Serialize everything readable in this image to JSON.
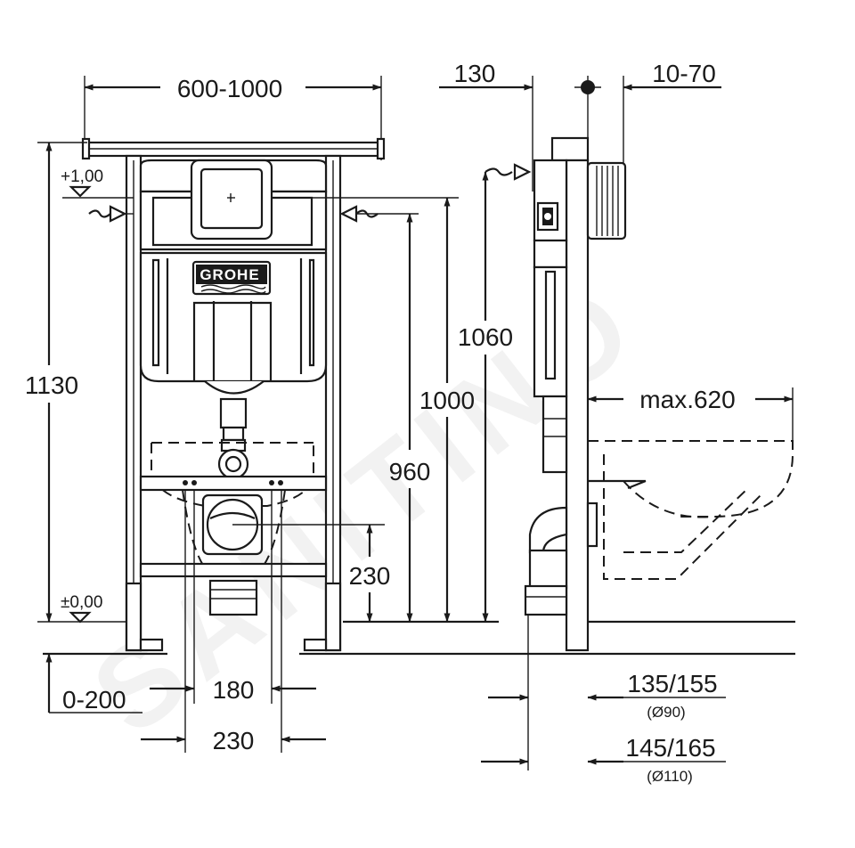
{
  "brand": {
    "logo_text": "GROHE",
    "watermark": "SANITINO"
  },
  "front_view": {
    "width_range": "600-1000",
    "total_height": "1130",
    "level_top": "+1,00",
    "level_bottom": "±0,00",
    "inlet_height_1060": "1060",
    "height_1000": "1000",
    "height_960": "960",
    "drain_height": "230",
    "floor_offset": "0-200",
    "spacing_180": "180",
    "spacing_230": "230"
  },
  "side_view": {
    "depth": "130",
    "wall_adjust": "10-70",
    "max_projection": "max.620",
    "dim_90": "135/155",
    "dim_90_note": "(Ø90)",
    "dim_110": "145/165",
    "dim_110_note": "(Ø110)"
  }
}
